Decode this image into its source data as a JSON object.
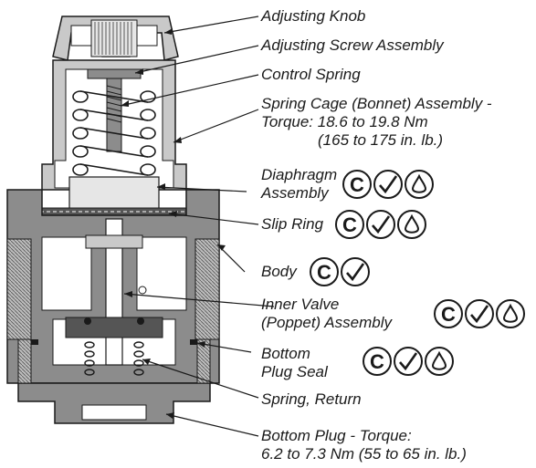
{
  "labels": {
    "adjusting_knob": "Adjusting Knob",
    "adjusting_screw": "Adjusting Screw Assembly",
    "control_spring": "Control Spring",
    "spring_cage_line1": "Spring Cage (Bonnet) Assembly -",
    "spring_cage_line2": "Torque: 18.6 to 19.8 Nm",
    "spring_cage_line3": "(165 to 175 in. lb.)",
    "diaphragm_line1": "Diaphragm",
    "diaphragm_line2": "Assembly",
    "slip_ring": "Slip Ring",
    "body": "Body",
    "inner_valve_line1": "Inner Valve",
    "inner_valve_line2": "(Poppet) Assembly",
    "bottom_plug_seal_line1": "Bottom",
    "bottom_plug_seal_line2": "Plug Seal",
    "spring_return": "Spring, Return",
    "bottom_plug_line1": "Bottom Plug - Torque:",
    "bottom_plug_line2": "6.2 to 7.3 Nm (55 to 65 in. lb.)"
  },
  "symbol_letter": "C",
  "symbol_sets": {
    "diaphragm": [
      "c-icon",
      "check-icon",
      "drop-icon"
    ],
    "slip_ring": [
      "c-icon",
      "check-icon",
      "drop-icon"
    ],
    "body": [
      "c-icon",
      "check-icon"
    ],
    "inner_valve": [
      "c-icon",
      "check-icon",
      "drop-icon"
    ],
    "bottom_plug_seal": [
      "c-icon",
      "check-icon",
      "drop-icon"
    ]
  },
  "colors": {
    "body_gray": "#8c8c8c",
    "light_gray": "#c9c9c9",
    "dark_gray": "#555555",
    "ink": "#1a1a1a"
  }
}
